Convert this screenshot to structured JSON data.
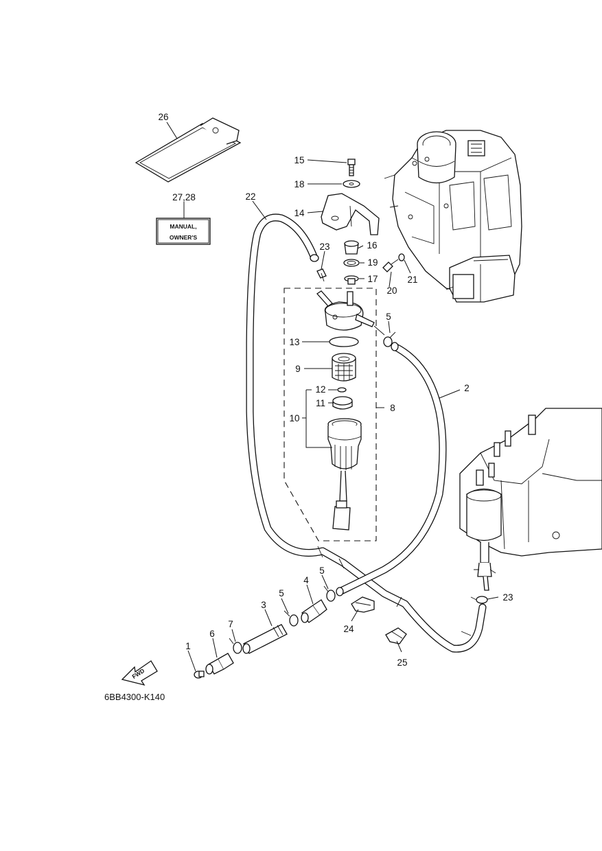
{
  "diagram": {
    "code": "6BB4300-K140",
    "fwd_label": "FWD",
    "manual_label_line1": "MANUAL,",
    "manual_label_line2": "OWNER'S",
    "labels": {
      "p1": "1",
      "p2": "2",
      "p3": "3",
      "p4": "4",
      "p5a": "5",
      "p5b": "5",
      "p5c": "5",
      "p6": "6",
      "p7": "7",
      "p8": "8",
      "p9": "9",
      "p10": "10",
      "p11": "11",
      "p12": "12",
      "p13": "13",
      "p14": "14",
      "p15": "15",
      "p16": "16",
      "p17": "17",
      "p18": "18",
      "p19": "19",
      "p20": "20",
      "p21": "21",
      "p22": "22",
      "p23a": "23",
      "p23b": "23",
      "p24": "24",
      "p25": "25",
      "p26": "26",
      "p2728": "27,28"
    }
  }
}
